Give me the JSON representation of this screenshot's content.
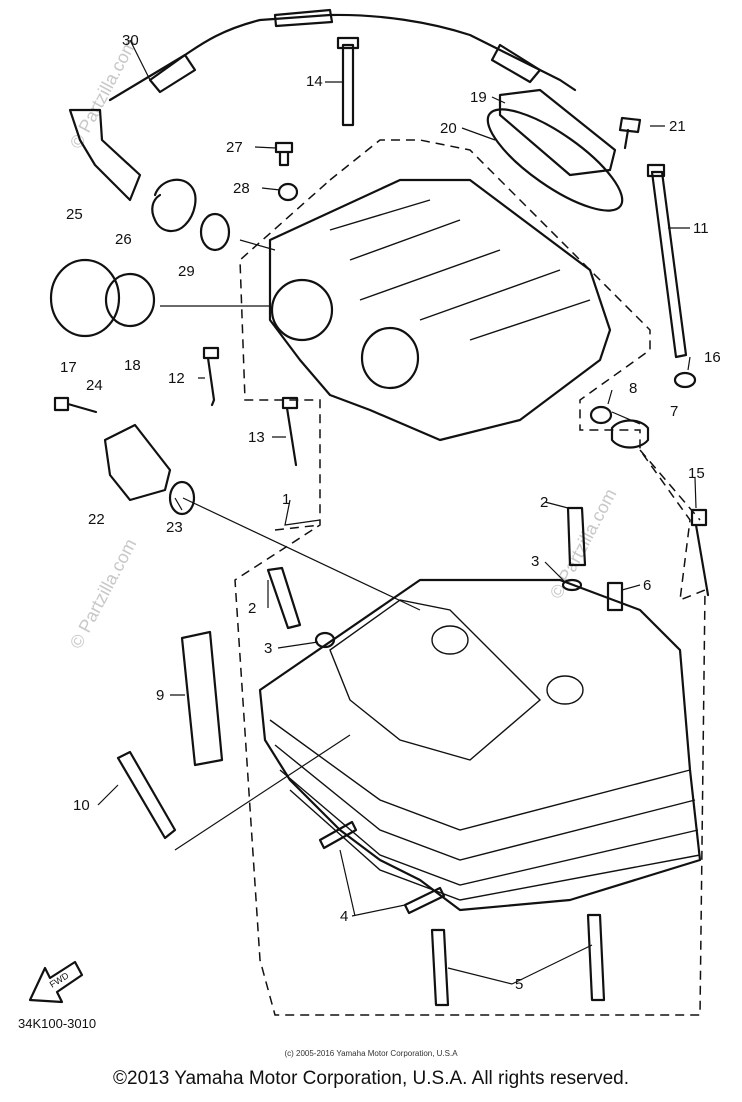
{
  "diagram": {
    "code": "34K100-3010",
    "small_copyright": "(c) 2005-2016 Yamaha Motor Corporation, U.S.A",
    "copyright": "©2013 Yamaha Motor Corporation, U.S.A. All rights reserved.",
    "watermark": "© Partzilla.com",
    "fwd_label": "FWD",
    "callouts": [
      "30",
      "14",
      "19",
      "20",
      "21",
      "27",
      "28",
      "11",
      "25",
      "26",
      "29",
      "17",
      "18",
      "16",
      "8",
      "7",
      "12",
      "24",
      "13",
      "22",
      "23",
      "1",
      "2",
      "3",
      "6",
      "15",
      "9",
      "10",
      "4",
      "5"
    ]
  }
}
